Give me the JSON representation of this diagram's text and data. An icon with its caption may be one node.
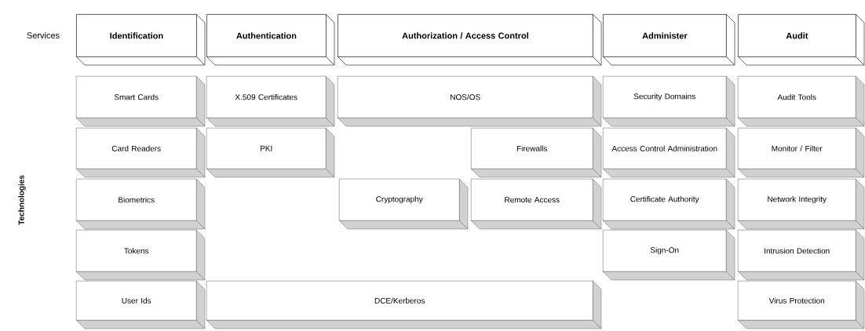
{
  "diagram": {
    "nodes": [
      {
        "text": [
          "Identification"
        ]
      },
      {
        "text": [
          "Authentication"
        ]
      },
      {
        "text": [
          "Authorization / Access Control"
        ]
      },
      {
        "text": [
          "Administer"
        ]
      },
      {
        "text": [
          "Audit"
        ]
      },
      {
        "text": [
          "Smart Cards"
        ]
      },
      {
        "text": [
          "X.509 Certificates"
        ]
      },
      {
        "text": [
          "NOS/OS"
        ]
      },
      {
        "text": [
          "Security Domains"
        ]
      },
      {
        "text": [
          "Audit Tools"
        ]
      },
      {
        "text": [
          "Card Readers"
        ]
      },
      {
        "text": [
          "PKI"
        ]
      },
      {
        "text": [
          "Firewalls"
        ]
      },
      {
        "text": [
          "Access Control Administration"
        ]
      },
      {
        "text": [
          "Monitor / Filter"
        ]
      },
      {
        "text": [
          "Biometrics"
        ]
      },
      {
        "text": [
          "Cryptography"
        ]
      },
      {
        "text": [
          "Remote Access"
        ]
      },
      {
        "text": [
          "Certificate Authority"
        ]
      },
      {
        "text": [
          "Network Integrity"
        ]
      },
      {
        "text": [
          "Tokens"
        ]
      },
      {
        "text": [
          "Sign-On"
        ]
      },
      {
        "text": [
          "Intrusion Detection"
        ]
      },
      {
        "text": [
          "User Ids"
        ]
      },
      {
        "text": [
          "DCE/Kerberos"
        ]
      },
      {
        "text": [
          "Virus Protection"
        ]
      }
    ],
    "labels": [
      "Services",
      "Technologies"
    ]
  }
}
